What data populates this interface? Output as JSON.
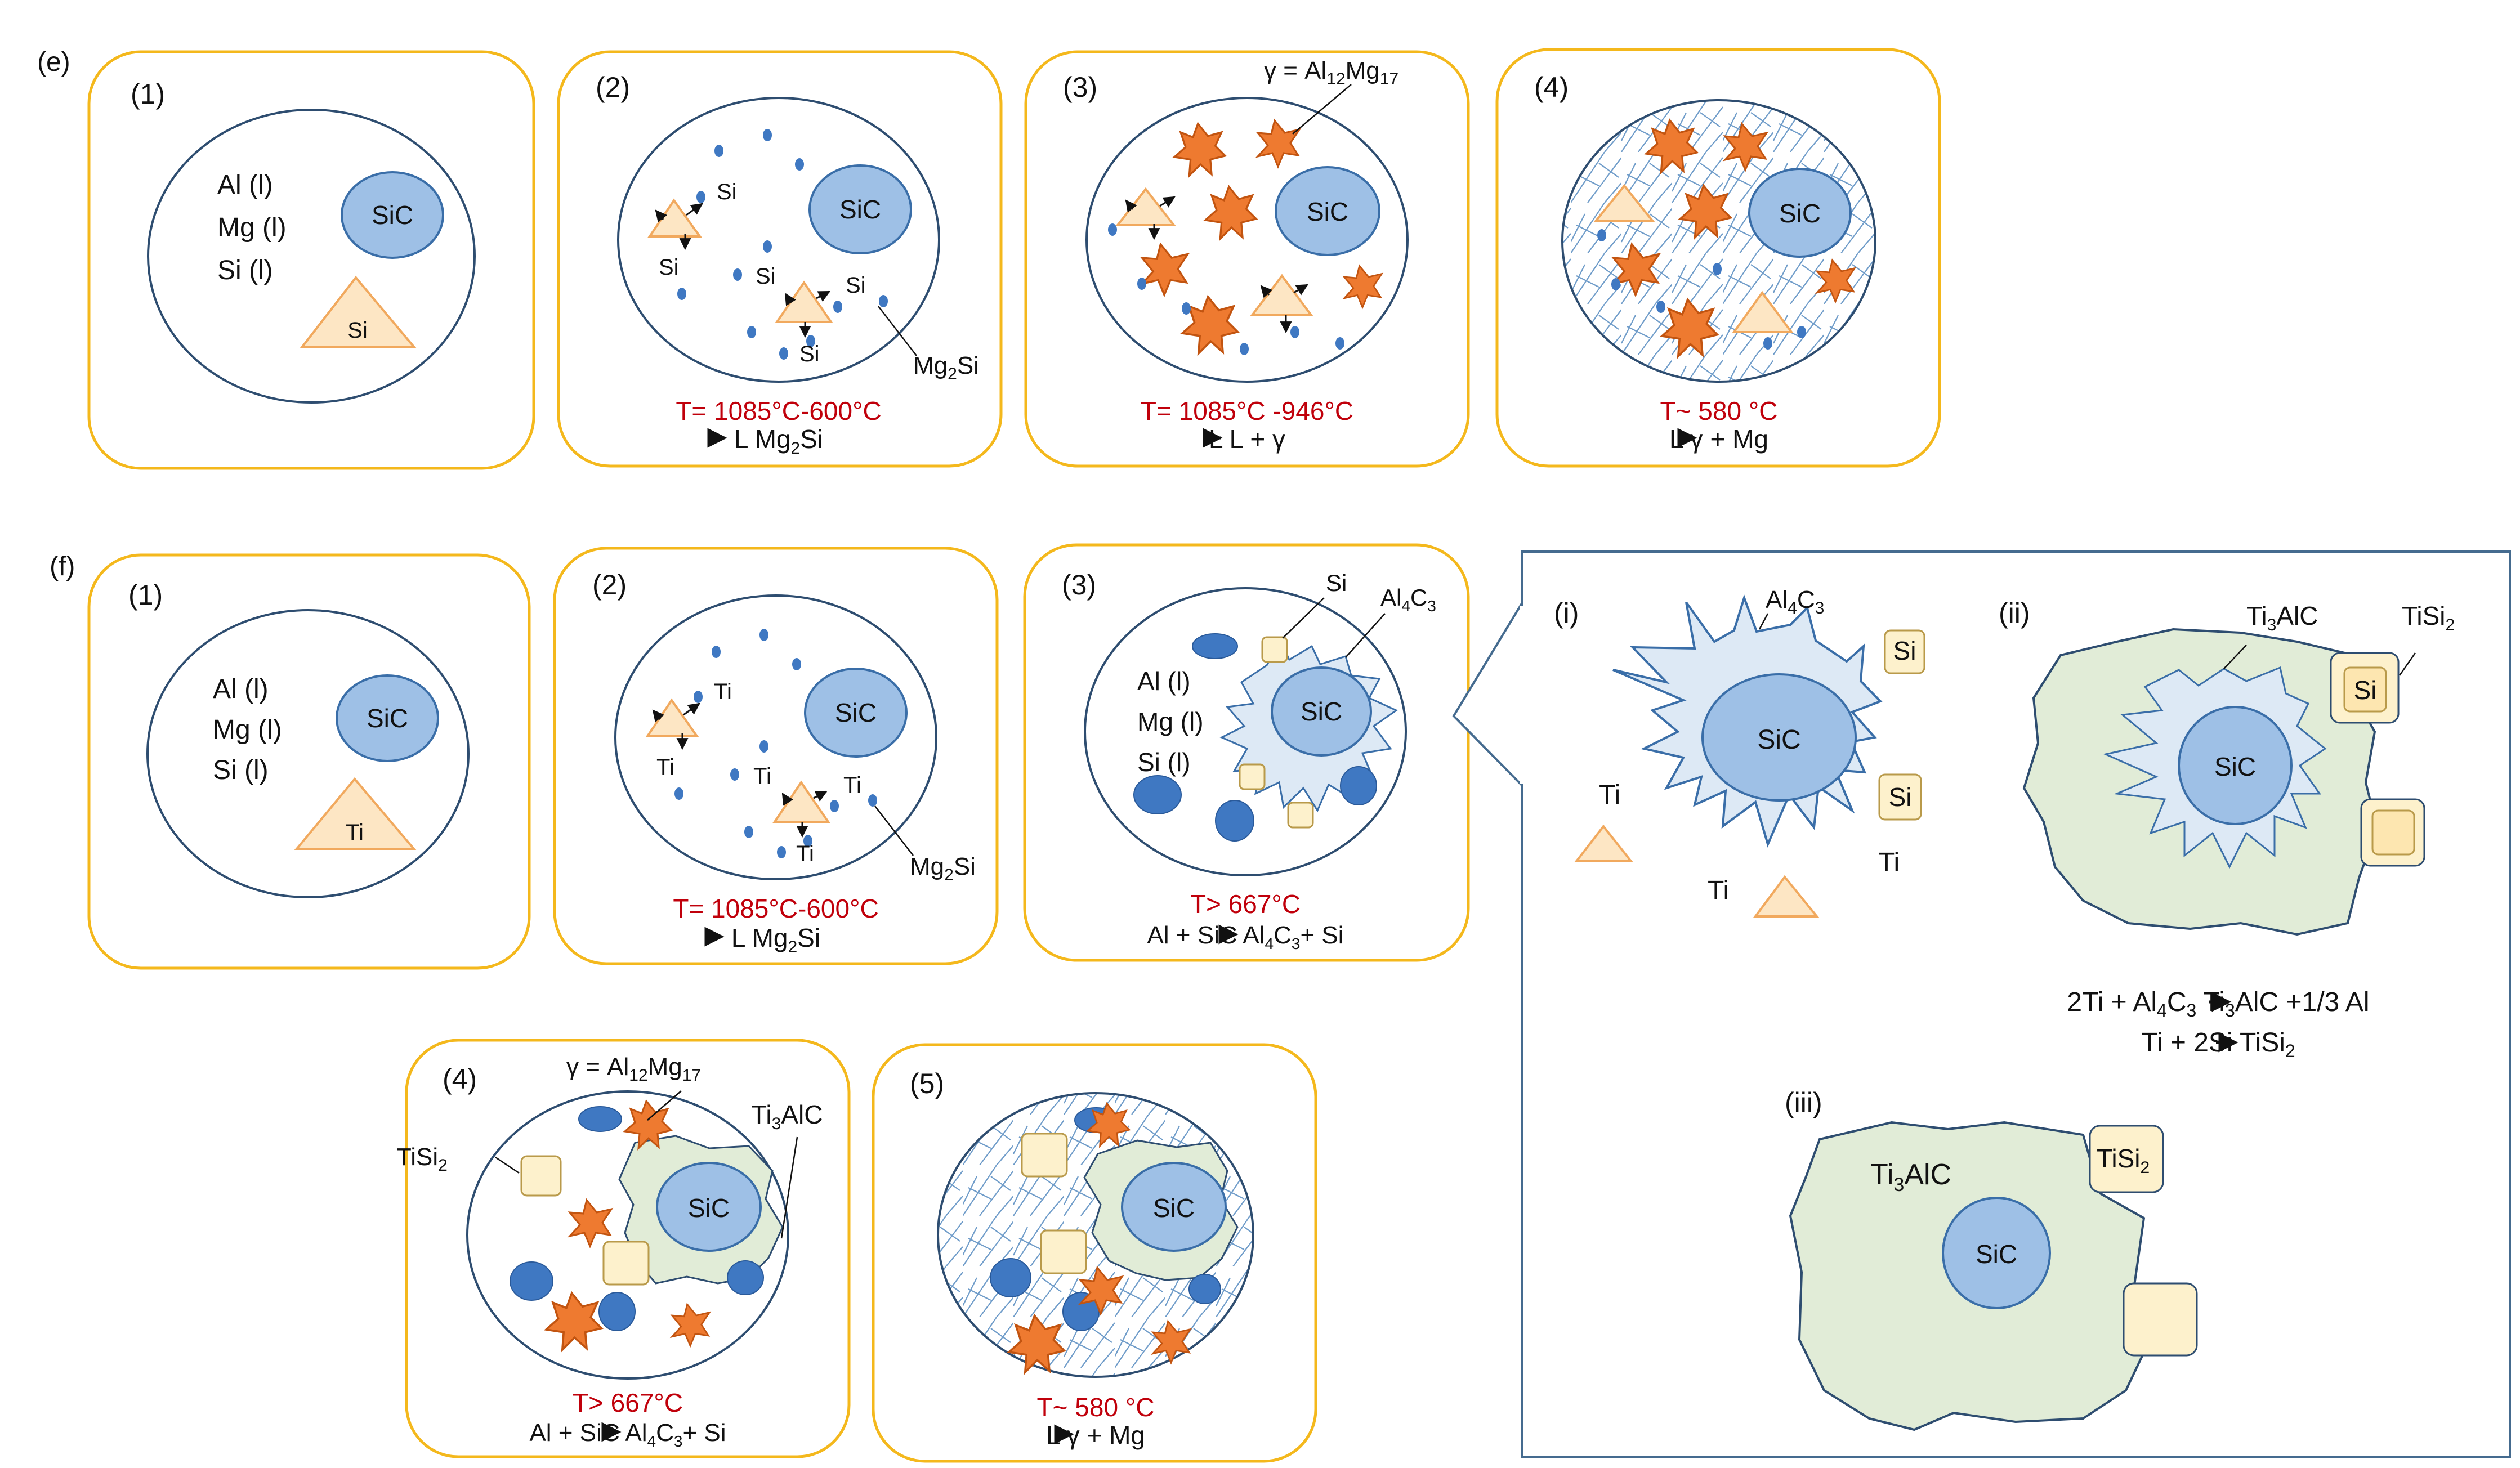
{
  "row_e": {
    "label": "(e)",
    "p1": {
      "num": "(1)",
      "melt": [
        "Al (l)",
        "Mg (l)",
        "Si (l)"
      ],
      "sic": "SiC",
      "tri": "Si"
    },
    "p2": {
      "num": "(2)",
      "sic": "SiC",
      "si": "Si",
      "mg2si": [
        "Mg",
        "2",
        "Si"
      ],
      "temp": "T= 1085°C-600°C",
      "rxn": [
        "L",
        " Mg",
        "2",
        "Si"
      ]
    },
    "p3": {
      "num": "(3)",
      "sic": "SiC",
      "gamma": [
        "γ = Al",
        "12",
        "Mg",
        "17"
      ],
      "temp": "T= 1085°C -946°C",
      "rxn": [
        "L",
        " L + γ"
      ]
    },
    "p4": {
      "num": "(4)",
      "sic": "SiC",
      "temp": "T~ 580 °C",
      "rxn": [
        "L",
        " γ + Mg"
      ]
    }
  },
  "row_f": {
    "label": "(f)",
    "p1": {
      "num": "(1)",
      "melt": [
        "Al (l)",
        "Mg (l)",
        "Si (l)"
      ],
      "sic": "SiC",
      "tri": "Ti"
    },
    "p2": {
      "num": "(2)",
      "sic": "SiC",
      "ti": "Ti",
      "mg2si": [
        "Mg",
        "2",
        "Si"
      ],
      "temp": "T= 1085°C-600°C",
      "rxn": [
        "L",
        " Mg",
        "2",
        "Si"
      ]
    },
    "p3": {
      "num": "(3)",
      "sic": "SiC",
      "melt": [
        "Al (l)",
        "Mg (l)",
        "Si (l)"
      ],
      "si": "Si",
      "al4c3": [
        "Al",
        "4",
        "C",
        "3"
      ],
      "temp": "T> 667°C",
      "rxn": [
        "Al + SiC",
        " Al",
        "4",
        "C",
        "3",
        "+ Si"
      ]
    },
    "p4": {
      "num": "(4)",
      "sic": "SiC",
      "gamma": [
        "γ = Al",
        "12",
        "Mg",
        "17"
      ],
      "tisi2": [
        "TiSi",
        "2"
      ],
      "ti3alc": [
        "Ti",
        "3",
        "AlC"
      ],
      "temp": "T> 667°C",
      "rxn": [
        "Al + SiC",
        " Al",
        "4",
        "C",
        "3",
        "+ Si"
      ]
    },
    "p5": {
      "num": "(5)",
      "sic": "SiC",
      "temp": "T~ 580 °C",
      "rxn": [
        "L",
        " γ + Mg"
      ]
    }
  },
  "zoom": {
    "i": {
      "num": "(i)",
      "sic": "SiC",
      "al4c3": [
        "Al",
        "4",
        "C",
        "3"
      ],
      "si": "Si",
      "ti": "Ti"
    },
    "ii": {
      "num": "(ii)",
      "sic": "SiC",
      "ti3alc": [
        "Ti",
        "3",
        "AlC"
      ],
      "tisi2": [
        "TiSi",
        "2"
      ],
      "si": "Si"
    },
    "eq1": [
      "2Ti + Al",
      "4",
      "C",
      "3",
      " Ti",
      "3",
      "AlC +1/3 Al"
    ],
    "eq2": [
      "Ti + 2Si ",
      " TiSi",
      "2"
    ],
    "iii": {
      "num": "(iii)",
      "sic": "SiC",
      "ti3alc": [
        "Ti",
        "3",
        "AlC"
      ],
      "tisi2": [
        "TiSi",
        "2"
      ]
    }
  },
  "colors": {
    "panel_border": "#f4b81c",
    "circle_border": "#2e4d70",
    "sic_fill": "#9ec0e6",
    "sic_stroke": "#3a6ea8",
    "triangle_fill": "#fde6c4",
    "triangle_stroke": "#f1a95e",
    "gamma_fill": "#ee7a30",
    "gamma_stroke": "#c25410",
    "precip_fill": "#3f78c2",
    "temp_red": "#c0000b",
    "reaction_layer_fill": "#dde9f5",
    "ti3alc_fill": "#e1ecd7",
    "tisi2_fill": "#fdf1cc",
    "zoom_border": "#456b8f"
  }
}
